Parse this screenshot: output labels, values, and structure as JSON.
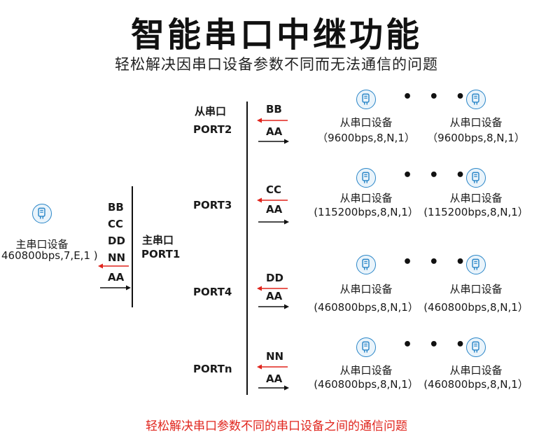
{
  "title": "智能串口中继功能",
  "subtitle": "轻松解决因串口设备参数不同而无法通信的问题",
  "footer": "轻松解决串口参数不同的串口设备之间的通信问题",
  "colors": {
    "red_arrow": "#e0241c",
    "black_arrow": "#111111",
    "icon_blue": "#2a86c8"
  },
  "icon": "serial-port-icon",
  "ellipsis": "• • •",
  "master": {
    "device_name": "主串口设备",
    "device_cfg": "460800bps,7,E,1 )",
    "signals": [
      "BB",
      "CC",
      "DD",
      "NN",
      "AA"
    ],
    "port_label": "主串口",
    "port_name": "PORT1"
  },
  "ports": [
    {
      "label": "从串口",
      "name": "PORT2",
      "in_signal": "BB",
      "out_signal": "AA",
      "devices": [
        {
          "name": "从串口设备",
          "cfg": "（9600bps,8,N,1）"
        },
        {
          "name": "从串口设备",
          "cfg": "（9600bps,8,N,1）"
        }
      ]
    },
    {
      "label": "",
      "name": "PORT3",
      "in_signal": "CC",
      "out_signal": "AA",
      "devices": [
        {
          "name": "从串口设备",
          "cfg": "(115200bps,8,N,1）"
        },
        {
          "name": "从串口设备",
          "cfg": "(115200bps,8,N,1）"
        }
      ]
    },
    {
      "label": "",
      "name": "PORT4",
      "in_signal": "DD",
      "out_signal": "AA",
      "devices": [
        {
          "name": "从串口设备",
          "cfg": "(460800bps,8,N,1）"
        },
        {
          "name": "从串口设备",
          "cfg": "(460800bps,8,N,1）"
        }
      ]
    },
    {
      "label": "",
      "name": "PORTn",
      "in_signal": "NN",
      "out_signal": "AA",
      "devices": [
        {
          "name": "从串口设备",
          "cfg": "(460800bps,8,N,1）"
        },
        {
          "name": "从串口设备",
          "cfg": "(460800bps,8,N,1）"
        }
      ]
    }
  ]
}
